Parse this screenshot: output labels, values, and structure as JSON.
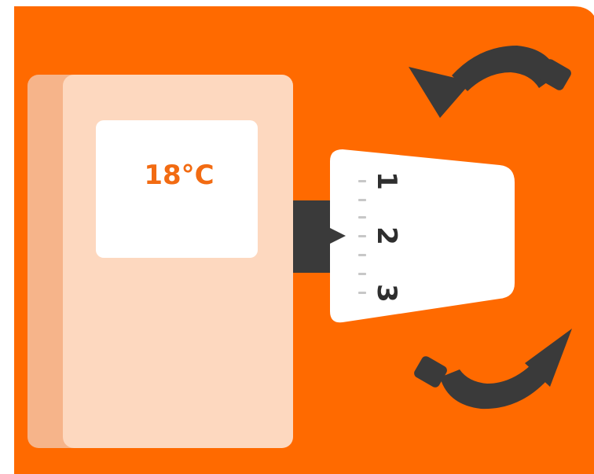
{
  "colors": {
    "background": "#FF6A00",
    "fridge_body": "#FDD8BF",
    "fridge_side": "#F6B48A",
    "display": "#FFFFFF",
    "temperature_text": "#F26B12",
    "arrows": "#3A3A3A",
    "dial": "#FFFFFF",
    "connector": "#3A3A3A"
  },
  "display": {
    "temperature": "18°C"
  },
  "dial": {
    "numbers": [
      "1",
      "2",
      "3"
    ],
    "pointer_at": "2"
  },
  "icons": {
    "top_arrow": "curved-arrow-counterclockwise-icon",
    "bottom_arrow": "curved-arrow-clockwise-icon"
  }
}
